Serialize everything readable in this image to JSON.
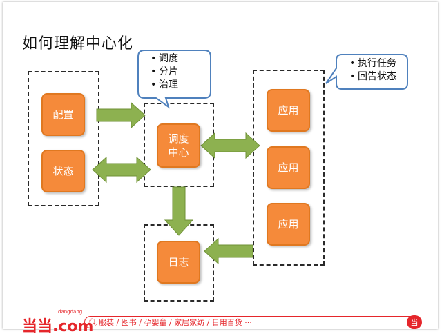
{
  "title": "如何理解中心化",
  "boxes": {
    "config": "配置",
    "state": "状态",
    "dispatch_line1": "调度",
    "dispatch_line2": "中心",
    "app1": "应用",
    "app2": "应用",
    "app3": "应用",
    "log": "日志"
  },
  "callout_left": [
    "调度",
    "分片",
    "治理"
  ],
  "callout_right": [
    "执行任务",
    "回告状态"
  ],
  "colors": {
    "box_fill": "#f58a3a",
    "arrow_fill": "#8db150",
    "callout_border": "#4f81bd"
  },
  "footer": {
    "logo_text": "当当.com",
    "logo_small": "dangdang",
    "categories": "服装 / 图书 / 孕婴童 / 家居家纺 / 日用百货 ···",
    "badge": "当"
  }
}
